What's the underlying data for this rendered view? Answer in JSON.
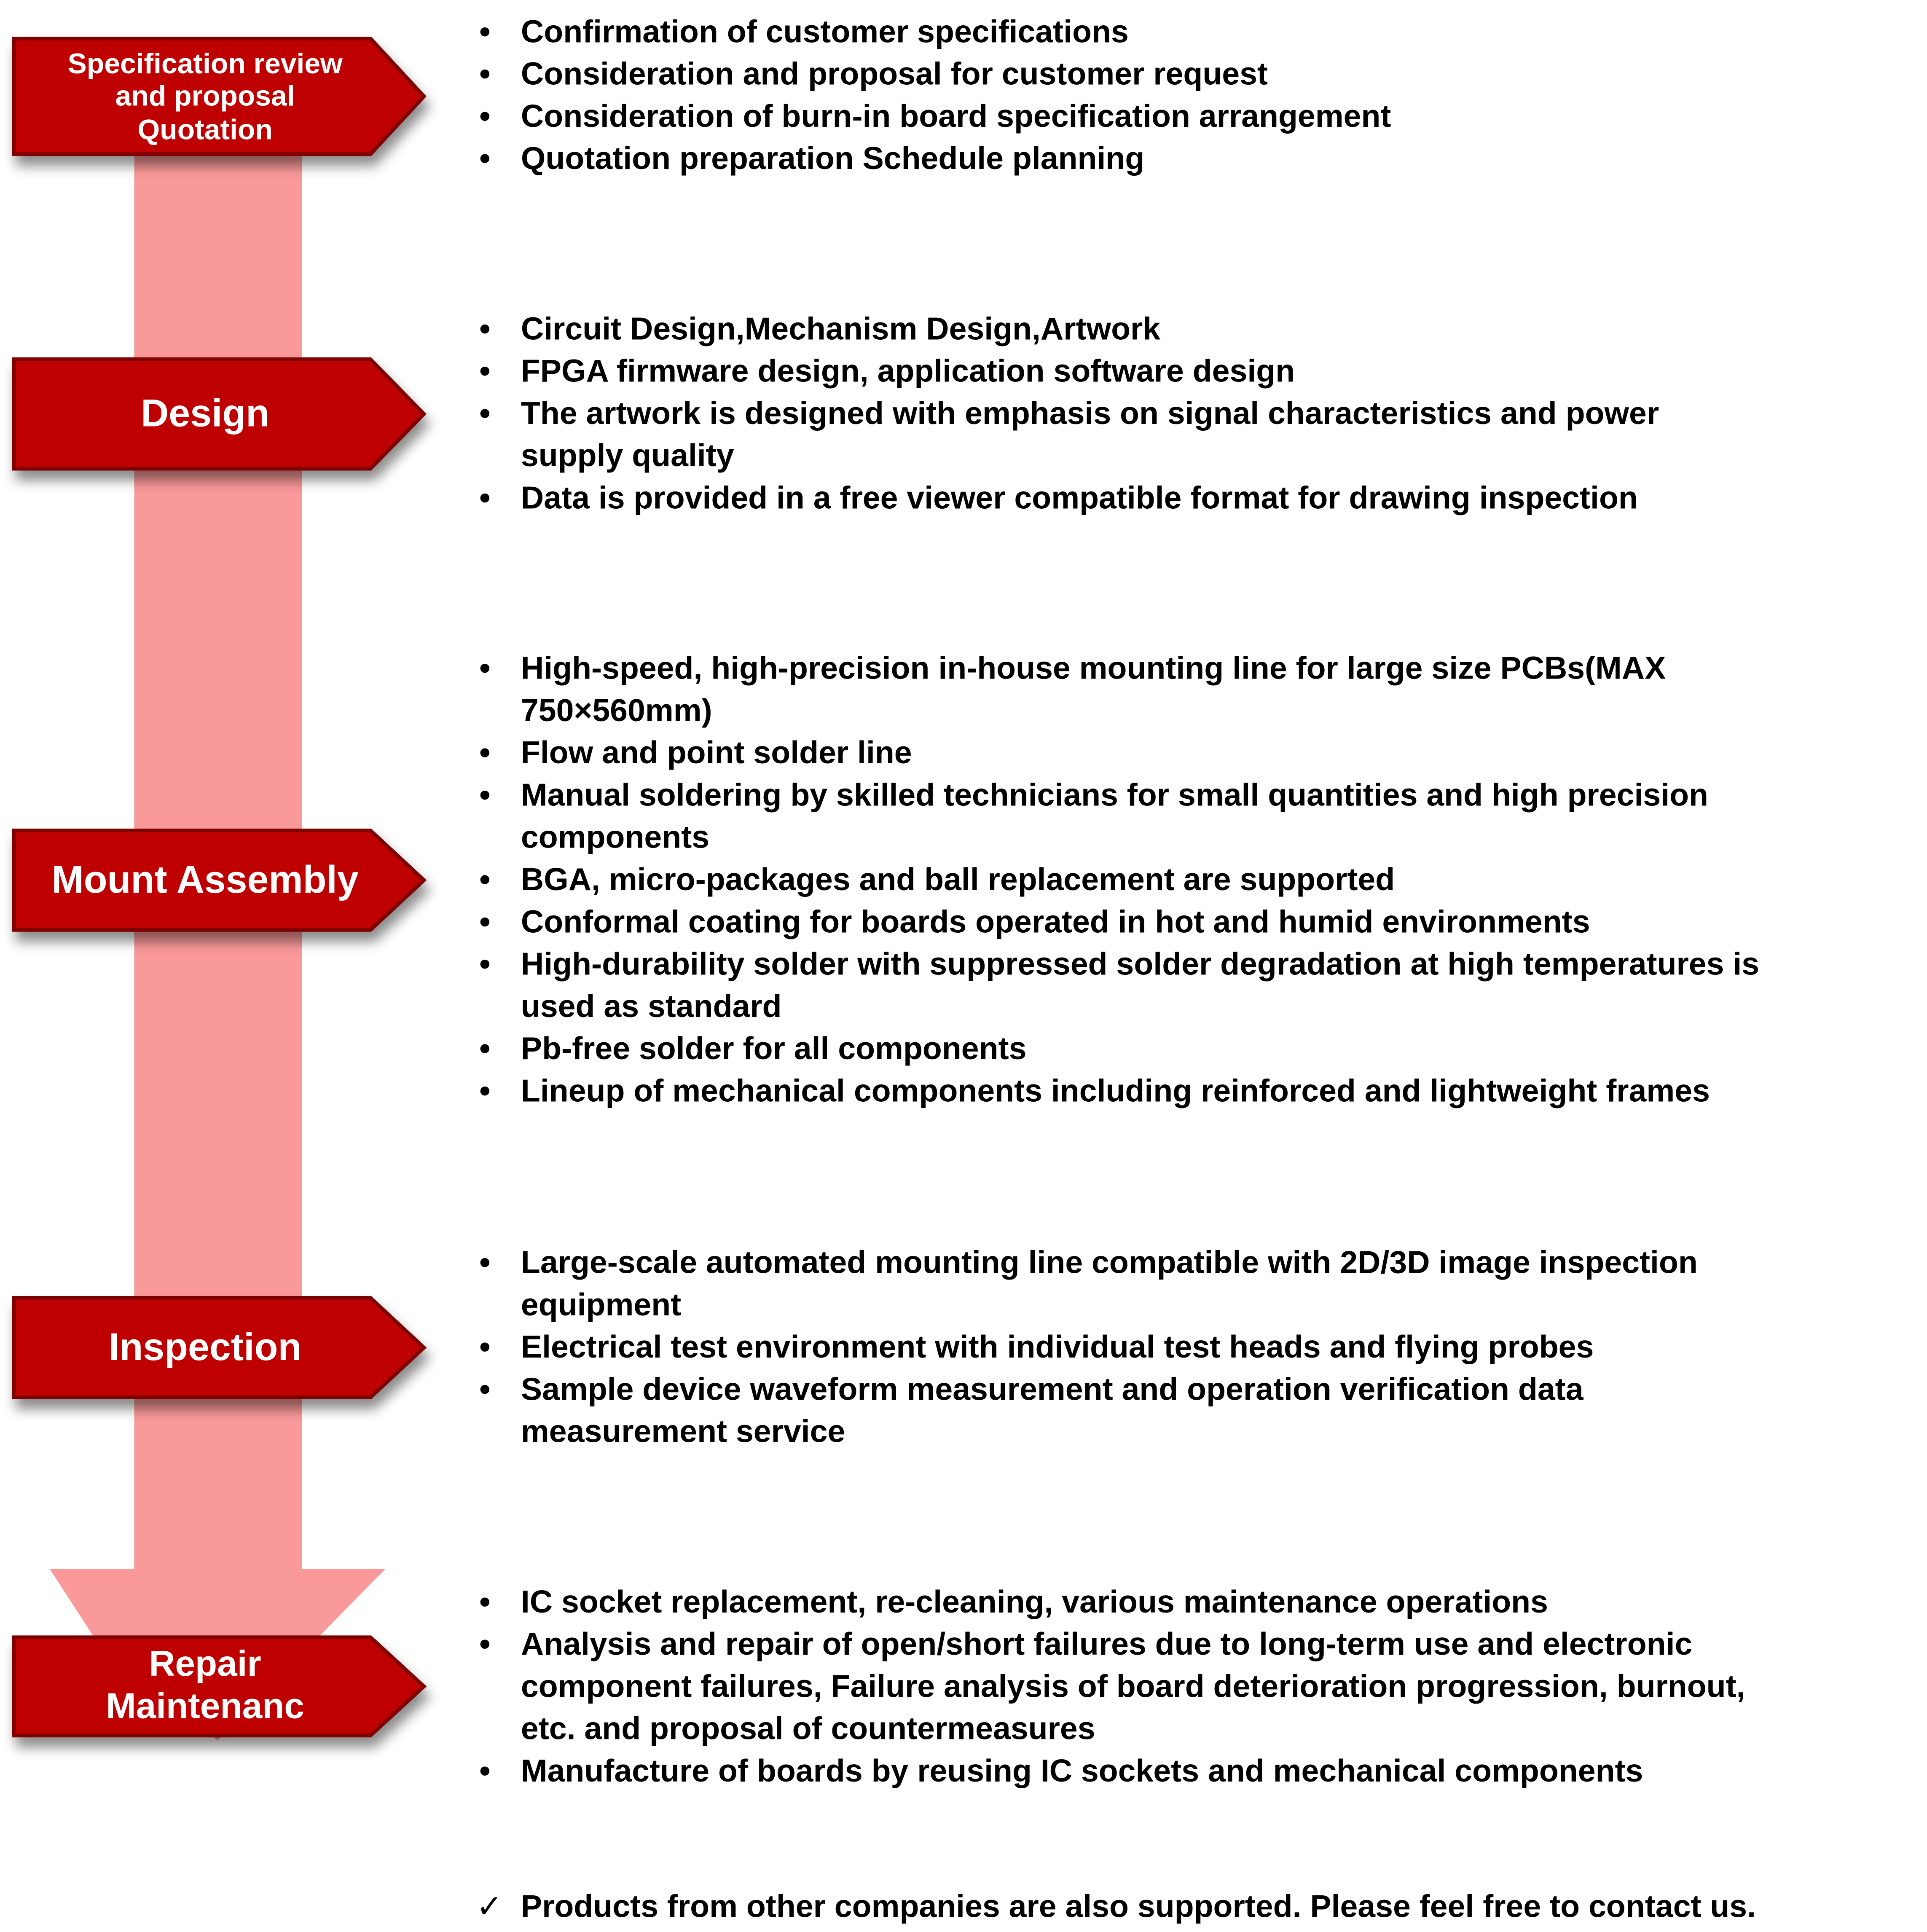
{
  "colors": {
    "box_fill": "#bf0000",
    "box_border": "#7f0000",
    "arrow_fill": "#f99999",
    "text": "#000000"
  },
  "steps": [
    {
      "label_lines": [
        "Specification review",
        "and proposal",
        "Quotation"
      ],
      "items": [
        [
          "Confirmation of customer specifications"
        ],
        [
          "Consideration and proposal for customer request"
        ],
        [
          "Consideration of burn-in board specification arrangement"
        ],
        [
          "Quotation preparation Schedule planning"
        ]
      ]
    },
    {
      "label_lines": [
        "Design"
      ],
      "items": [
        [
          "Circuit Design,Mechanism Design,Artwork"
        ],
        [
          "FPGA firmware design, application software design"
        ],
        [
          "The artwork is designed with emphasis on signal characteristics and power",
          "supply quality"
        ],
        [
          "Data is provided in a free viewer compatible format for drawing inspection"
        ]
      ]
    },
    {
      "label_lines": [
        "Mount Assembly"
      ],
      "items": [
        [
          "High-speed, high-precision in-house mounting line for large size PCBs(MAX",
          "750×560mm)"
        ],
        [
          "Flow and point solder line"
        ],
        [
          "Manual soldering by skilled technicians for small quantities and high precision",
          "components"
        ],
        [
          "BGA, micro-packages and ball replacement are supported"
        ],
        [
          "Conformal coating for boards operated in hot and humid environments"
        ],
        [
          "High-durability solder with suppressed solder degradation at high temperatures is",
          "used as standard"
        ],
        [
          "Pb-free solder for all components"
        ],
        [
          "Lineup of mechanical components including reinforced and lightweight frames"
        ]
      ]
    },
    {
      "label_lines": [
        "Inspection"
      ],
      "items": [
        [
          "Large-scale automated mounting line compatible with 2D/3D image inspection",
          "equipment"
        ],
        [
          "Electrical test environment with individual test heads and flying probes"
        ],
        [
          "Sample device waveform measurement and operation verification data",
          "measurement service"
        ]
      ]
    },
    {
      "label_lines": [
        "Repair",
        "Maintenanc"
      ],
      "items": [
        [
          "IC socket replacement, re-cleaning, various maintenance operations"
        ],
        [
          "Analysis and repair of open/short failures due to long-term use and electronic",
          "component failures, Failure analysis of board deterioration progression, burnout,",
          "etc. and proposal of countermeasures"
        ],
        [
          "Manufacture of boards by reusing IC sockets and mechanical components"
        ]
      ]
    }
  ],
  "bullet": "•",
  "note": {
    "check": "✓",
    "text": "Products from other companies are also supported. Please feel free to contact us."
  }
}
